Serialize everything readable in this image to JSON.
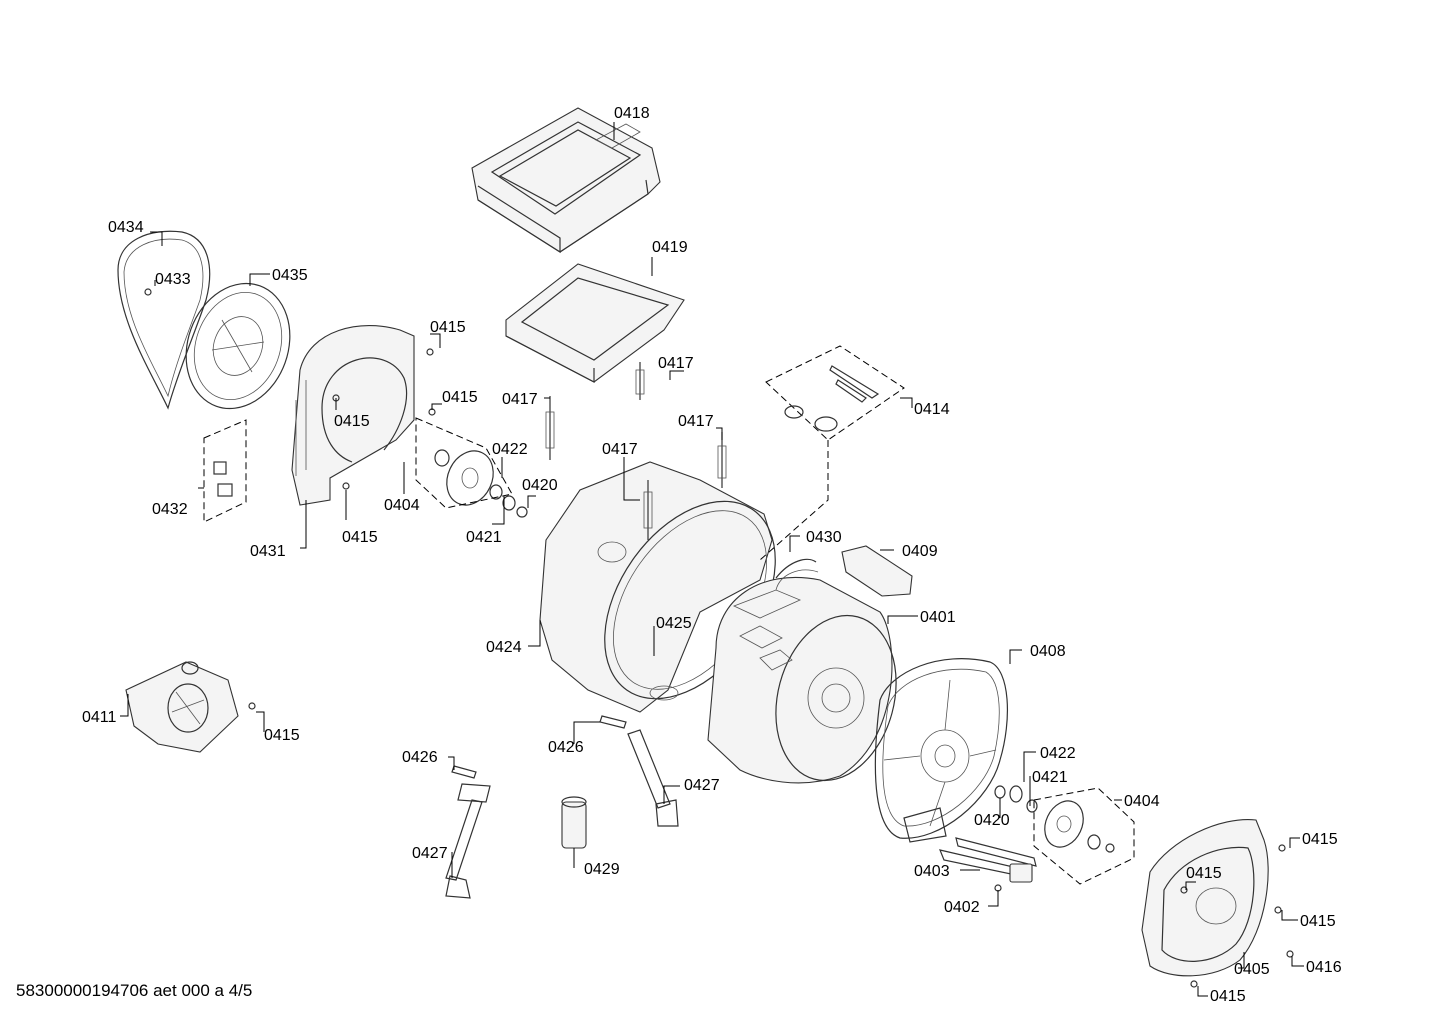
{
  "document": {
    "footer": "58300000194706 aet 000 a 4/5"
  },
  "labels": {
    "l0418": "0418",
    "l0419": "0419",
    "l0434": "0434",
    "l0433": "0433",
    "l0435": "0435",
    "l0415_a": "0415",
    "l0415_b": "0415",
    "l0415_c": "0415",
    "l0415_d": "0415",
    "l0415_e": "0415",
    "l0415_f": "0415",
    "l0415_g": "0415",
    "l0415_h": "0415",
    "l0415_i": "0415",
    "l0417_a": "0417",
    "l0417_b": "0417",
    "l0417_c": "0417",
    "l0417_d": "0417",
    "l0414": "0414",
    "l0422_a": "0422",
    "l0422_b": "0422",
    "l0420_a": "0420",
    "l0420_b": "0420",
    "l0421_a": "0421",
    "l0421_b": "0421",
    "l0404_a": "0404",
    "l0404_b": "0404",
    "l0432": "0432",
    "l0431": "0431",
    "l0430": "0430",
    "l0409": "0409",
    "l0401": "0401",
    "l0424": "0424",
    "l0425": "0425",
    "l0408": "0408",
    "l0411": "0411",
    "l0426_a": "0426",
    "l0426_b": "0426",
    "l0427_a": "0427",
    "l0427_b": "0427",
    "l0429": "0429",
    "l0403": "0403",
    "l0402": "0402",
    "l0405": "0405",
    "l0416": "0416"
  }
}
